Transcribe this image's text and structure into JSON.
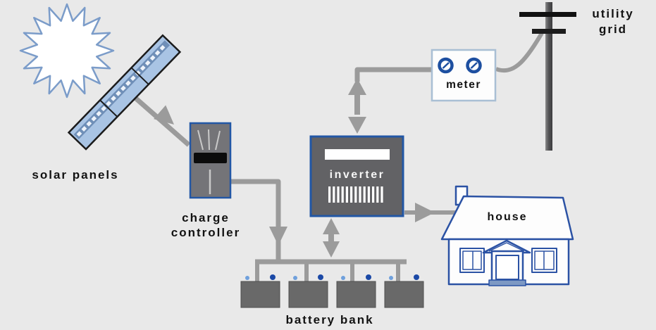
{
  "diagram": {
    "type": "solar-power-system-flow",
    "background_color": "#e9e9e9",
    "labels": {
      "solar_panels": "solar panels",
      "charge_controller": "charge controller",
      "inverter": "inverter",
      "battery_bank": "battery bank",
      "meter": "meter",
      "utility_grid": "utility grid",
      "house": "house"
    },
    "components": [
      {
        "id": "sun",
        "icon": "sun-icon"
      },
      {
        "id": "solar-panels",
        "icon": "solar-panel-icon",
        "label": "solar panels"
      },
      {
        "id": "charge-controller",
        "icon": "charge-controller-icon",
        "label": "charge controller"
      },
      {
        "id": "inverter",
        "icon": "inverter-icon",
        "label": "inverter"
      },
      {
        "id": "battery-bank",
        "icon": "battery-icon",
        "label": "battery bank",
        "battery_count": 4
      },
      {
        "id": "meter",
        "icon": "meter-icon",
        "label": "meter",
        "gauge_count": 2
      },
      {
        "id": "utility-grid",
        "icon": "utility-pole-icon",
        "label": "utility grid"
      },
      {
        "id": "house",
        "icon": "house-icon",
        "label": "house"
      }
    ],
    "connections": [
      {
        "from": "solar-panels",
        "to": "charge-controller",
        "direction": "one-way"
      },
      {
        "from": "charge-controller",
        "to": "battery-bank",
        "direction": "one-way"
      },
      {
        "from": "inverter",
        "to": "battery-bank",
        "direction": "two-way"
      },
      {
        "from": "inverter",
        "to": "meter",
        "direction": "two-way"
      },
      {
        "from": "meter",
        "to": "utility-grid",
        "direction": "wire"
      },
      {
        "from": "inverter",
        "to": "house",
        "direction": "one-way"
      }
    ],
    "colors": {
      "background": "#e9e9e9",
      "box_gray": "#626265",
      "controller_gray": "#747478",
      "battery_gray": "#696969",
      "accent_blue_border": "#2257a5",
      "house_blue": "#2b52a4",
      "gauge_blue": "#1d4fa0",
      "terminal_light_blue": "#6fa0dc",
      "terminal_dark_blue": "#1b49a6",
      "wire_gray": "#9b9b9b",
      "sun_outline_blue": "#7b9cc9",
      "panel_fill_blue": "#a9c4e4",
      "meter_border_blue": "#a9bfd4",
      "label_color": "#121212"
    }
  }
}
